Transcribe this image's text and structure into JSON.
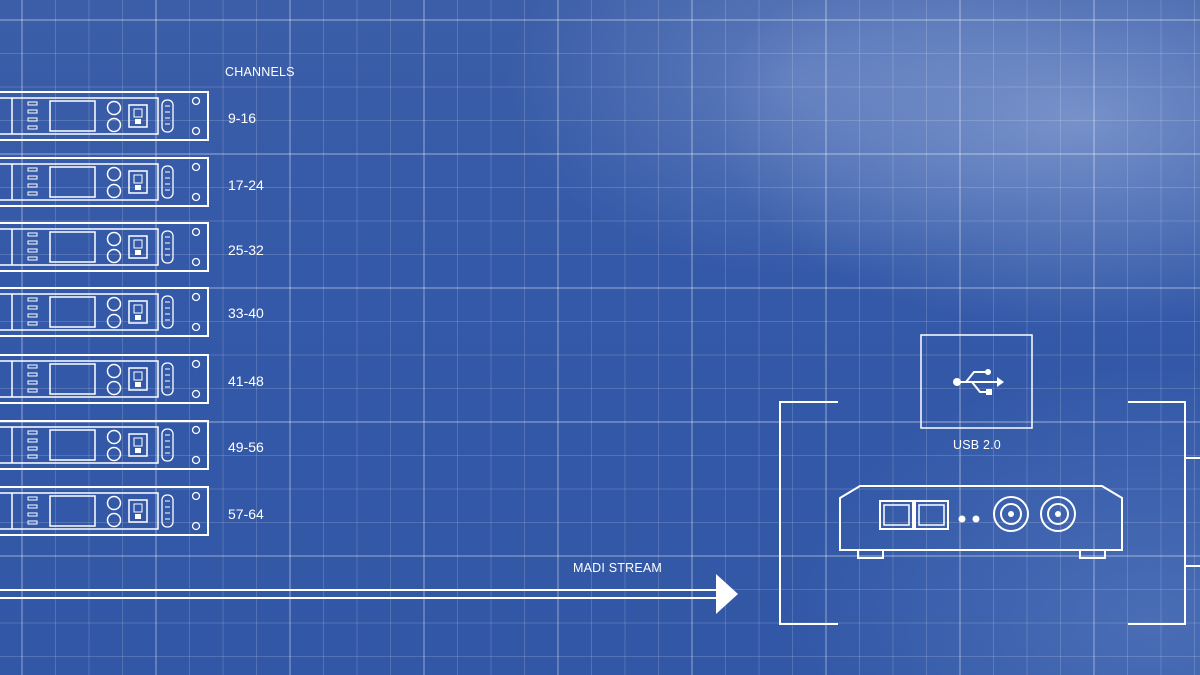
{
  "diagram": {
    "channels_header": "CHANNELS",
    "channel_groups": [
      "9-16",
      "17-24",
      "25-32",
      "33-40",
      "41-48",
      "49-56",
      "57-64"
    ],
    "stream_label": "MADI STREAM",
    "usb_label": "USB 2.0",
    "usb_icon": "usb-icon",
    "line_color": "#ffffff",
    "background_color": "#3459a8"
  }
}
